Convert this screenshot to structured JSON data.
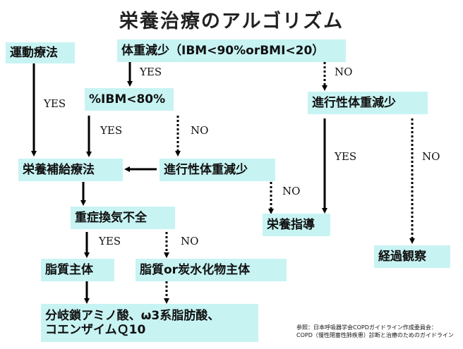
{
  "title": "栄養治療のアルゴリズム",
  "boxes": {
    "exercise": "運動療法",
    "weight_loss": "体重減少（IBM<90%orBMI<20）",
    "ibm80": "%IBM<80%",
    "progressive_right": "進行性体重減少",
    "supplement": "栄養補給療法",
    "progressive_mid": "進行性体重減少",
    "guidance": "栄養指導",
    "ventilation": "重症換気不全",
    "observation": "経過観察",
    "lipid": "脂質主体",
    "lipid_carb": "脂質or炭水化物主体",
    "final_line1": "分岐鎖アミノ酸、ω3系脂肪酸、",
    "final_line2": "コエンザイムＱ10"
  },
  "labels": {
    "yes": "YES",
    "no": "NO"
  },
  "reference": {
    "line1": "参照：日本呼吸器学会COPDガイドライン作成委員会：",
    "line2": "COPD（慢性閉塞性肺疾患）診断と治療のためのガイドライン"
  }
}
